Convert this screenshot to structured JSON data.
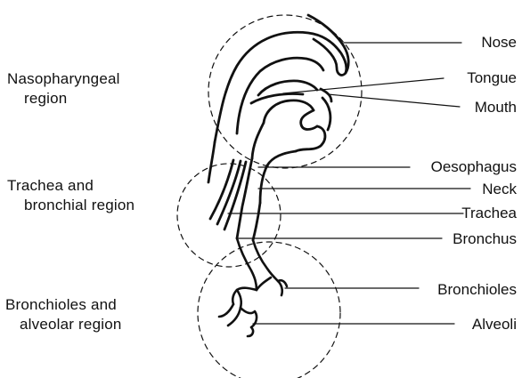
{
  "regions": [
    {
      "lines": [
        "Nasopharyngeal",
        "region"
      ]
    },
    {
      "lines": [
        "Trachea and",
        "bronchial region"
      ]
    },
    {
      "lines": [
        "Bronchioles and",
        "alveolar region"
      ]
    }
  ],
  "parts": [
    "Nose",
    "Tongue",
    "Mouth",
    "Oesophagus",
    "Neck",
    "Trachea",
    "Bronchus",
    "Bronchioles",
    "Alveoli"
  ]
}
